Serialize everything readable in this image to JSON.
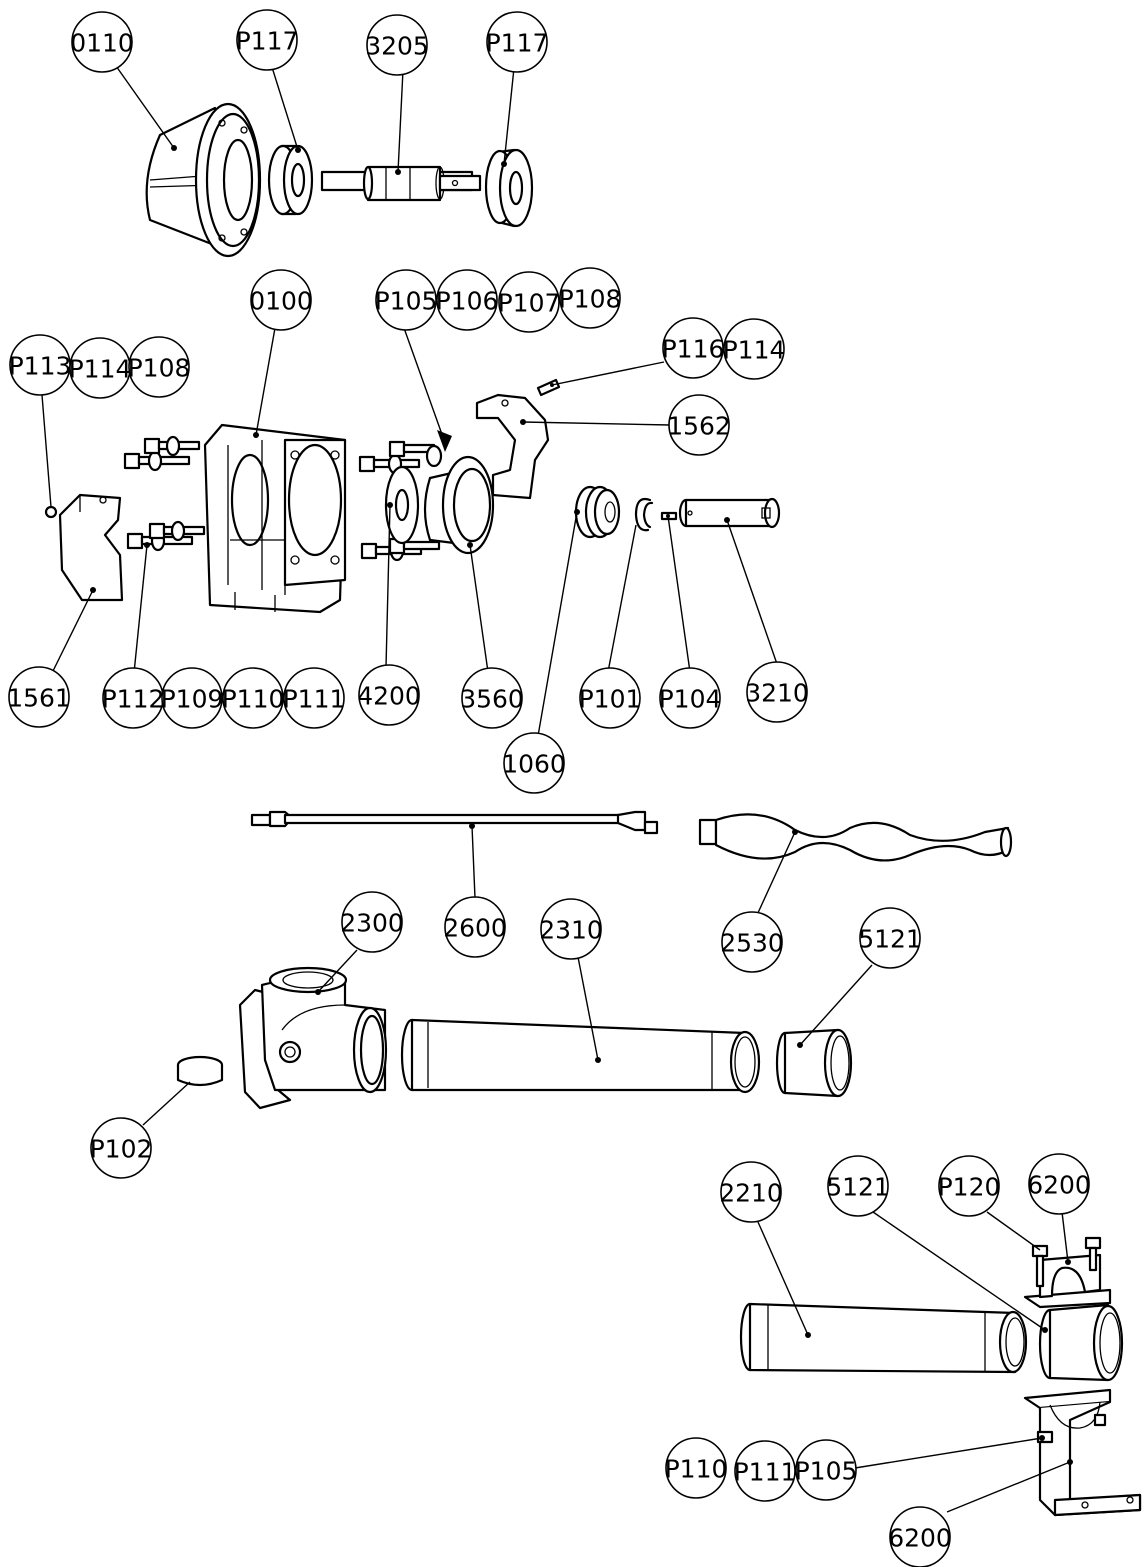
{
  "diagram": {
    "labels": {
      "l0110": "0110",
      "l_p117_a": "P117",
      "l3205": "3205",
      "l_p117_b": "P117",
      "l0100": "0100",
      "l_p105_a": "P105",
      "l_p106": "P106",
      "l_p107": "P107",
      "l_p108_a": "P108",
      "l_p113": "P113",
      "l_p114_a": "P114",
      "l_p108_b": "P108",
      "l_p116": "P116",
      "l_p114_b": "P114",
      "l1562": "1562",
      "l1561": "1561",
      "l_p112": "P112",
      "l_p109": "P109",
      "l_p110_a": "P110",
      "l_p111_a": "P111",
      "l4200": "4200",
      "l3560": "3560",
      "l_p101": "P101",
      "l_p104": "P104",
      "l3210": "3210",
      "l1060": "1060",
      "l2300": "2300",
      "l2600": "2600",
      "l2310": "2310",
      "l2530": "2530",
      "l5121_a": "5121",
      "l_p102": "P102",
      "l2210": "2210",
      "l5121_b": "5121",
      "l_p120": "P120",
      "l6200_a": "6200",
      "l_p110_b": "P110",
      "l_p111_b": "P111",
      "l_p105_b": "P105",
      "l6200_b": "6200"
    }
  }
}
